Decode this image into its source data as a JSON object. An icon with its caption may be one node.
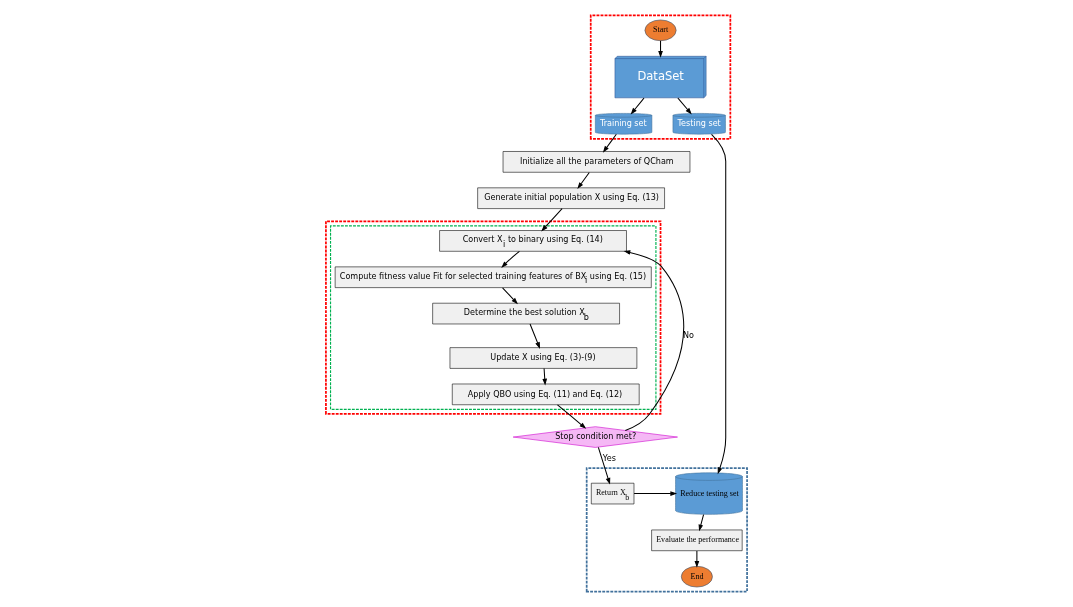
{
  "diagram": {
    "nodes": [
      {
        "text": [],
        "shape": "box"
      },
      {
        "text": [
          "Start"
        ],
        "in": 0
      },
      {
        "text": [
          "DataSet"
        ],
        "in": 0
      },
      {
        "text": [
          "Training set"
        ],
        "in": 0
      },
      {
        "text": [
          "Testing set"
        ],
        "in": 0
      },
      {
        "text": [
          "Initialize all the parameters of QCham"
        ]
      },
      {
        "text": [
          "Generate initial population X using Eq. (13)"
        ]
      },
      {
        "text": [],
        "shape": "box"
      },
      {
        "text": [],
        "shape": "box",
        "in": 7
      },
      {
        "text": [
          "Convert X$_{i}$ to binary using Eq. (14)"
        ],
        "in": 8
      },
      {
        "text": [
          "Compute fitness value Fit for selected training features of BX$_{i}$ using Eq. (15)"
        ],
        "in": 8
      },
      {
        "text": [
          "Determine the best solution X$_{b}$"
        ],
        "in": 8
      },
      {
        "text": [
          "Update X using Eq. (3)-(9)"
        ],
        "in": 8
      },
      {
        "text": [
          "Apply QBO using Eq. (11) and Eq. (12)"
        ],
        "in": 8
      },
      {
        "text": [
          "Stop condition met?"
        ]
      },
      {
        "text": [],
        "shape": "box"
      },
      {
        "text": [
          "Reduce testing set"
        ],
        "in": 15
      },
      {
        "text": [
          "Evaluate the performance"
        ],
        "in": 15
      },
      {
        "text": [
          "End"
        ],
        "in": 15
      },
      {
        "text": [
          "Return X$_{b}$"
        ],
        "in": 15
      }
    ],
    "edges": [
      {
        "from": 1,
        "to": 2,
        "arrow": "to"
      },
      {
        "from": 2,
        "to": 3,
        "arrow": "to"
      },
      {
        "from": 2,
        "to": 4,
        "arrow": "to"
      },
      {
        "from": 3,
        "to": 5,
        "arrow": "to"
      },
      {
        "from": 5,
        "to": 6,
        "arrow": "to"
      },
      {
        "from": 6,
        "to": 9,
        "arrow": "to"
      },
      {
        "from": 9,
        "to": 10,
        "arrow": "to"
      },
      {
        "from": 10,
        "to": 11,
        "arrow": "to"
      },
      {
        "from": 11,
        "to": 12,
        "arrow": "to"
      },
      {
        "from": 12,
        "to": 13,
        "arrow": "to"
      },
      {
        "from": 13,
        "to": 14,
        "arrow": "to"
      },
      {
        "from": 14,
        "to": 19,
        "arrow": "to",
        "label": "Yes"
      },
      {
        "from": 14,
        "to": 9,
        "arrow": "to",
        "label": "No"
      },
      {
        "from": 19,
        "to": 16,
        "arrow": "to"
      },
      {
        "from": 4,
        "to": 16,
        "arrow": "to"
      },
      {
        "from": 16,
        "to": 17,
        "arrow": "to"
      },
      {
        "from": 17,
        "to": 18,
        "arrow": "to"
      }
    ]
  }
}
